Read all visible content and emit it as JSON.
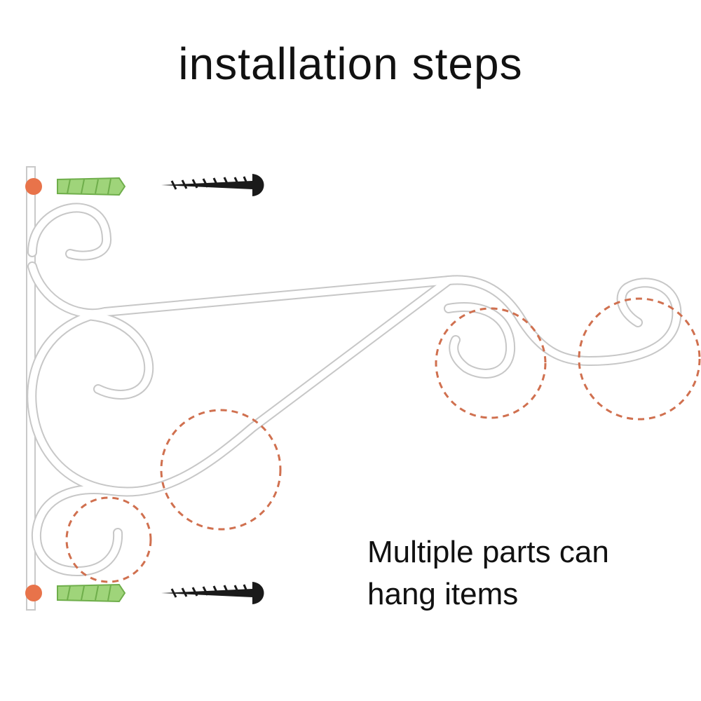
{
  "title": "installation steps",
  "caption": {
    "line1": "Multiple parts can",
    "line2": "hang items"
  },
  "colors": {
    "bracket": "#ffffff",
    "bracket_outline": "#c9c9c9",
    "dot": "#e8734a",
    "anchor": "#9fd47a",
    "anchor_dark": "#6fae4b",
    "screw": "#1a1a1a",
    "dashed_circle": "#d0704f"
  },
  "icons": [
    "wall-mount-dot",
    "plastic-anchor",
    "screw",
    "hanging-point-circle"
  ]
}
